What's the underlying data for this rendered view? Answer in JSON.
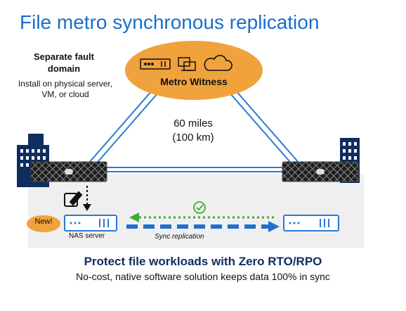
{
  "title": "File metro synchronous replication",
  "fault_domain": {
    "title": "Separate fault domain",
    "subtitle": "Install on physical server, VM, or cloud"
  },
  "witness": {
    "label": "Metro Witness"
  },
  "distance": {
    "miles": "60 miles",
    "km": "(100 km)"
  },
  "nas": {
    "label": "NAS server",
    "badge": "New!"
  },
  "replication": {
    "label": "Sync replication"
  },
  "footer": {
    "tagline": "Protect file workloads with Zero RTO/RPO",
    "subline": "No-cost, native software solution keeps data 100% in sync"
  },
  "colors": {
    "title": "#1a6ecb",
    "witness": "#f0a23c",
    "link_blue": "#2a7ad6",
    "dash_blue": "#1f6fd0",
    "dot_green": "#3aad3a",
    "tagline": "#0f2d5e"
  }
}
